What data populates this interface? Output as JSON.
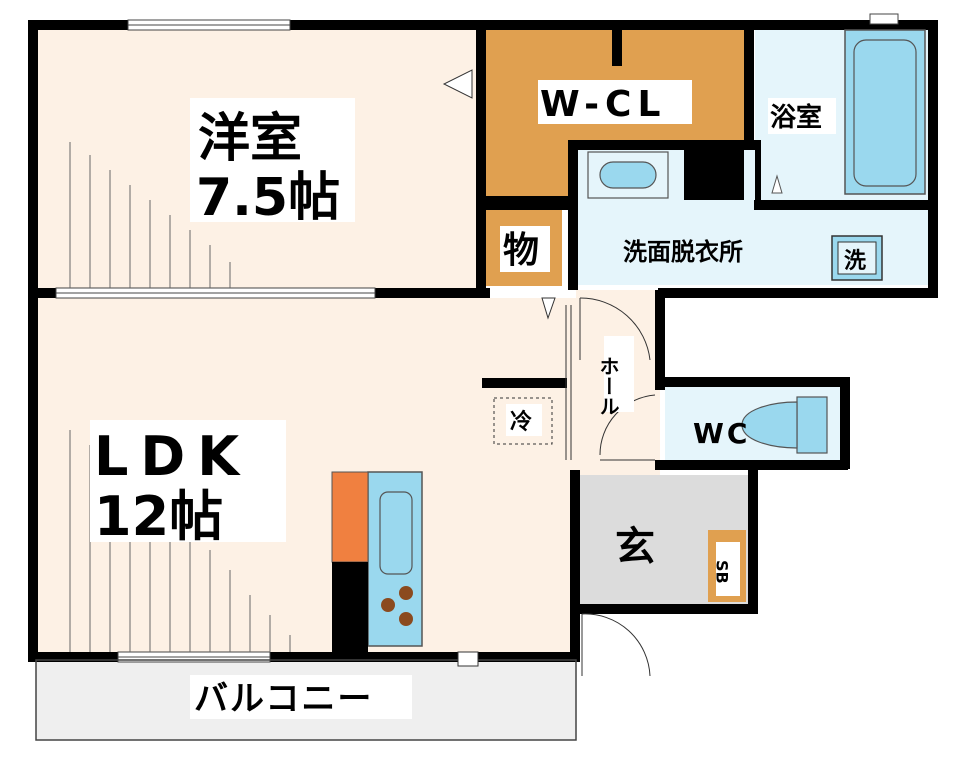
{
  "rooms": {
    "western": {
      "name": "洋室",
      "size": "7.5帖"
    },
    "wcl": {
      "name": "W-CL"
    },
    "storage": {
      "name": "物"
    },
    "bath": {
      "name": "浴室"
    },
    "washroom": {
      "name": "洗面脱衣所",
      "washer_mark": "洗"
    },
    "hall": {
      "name": "ホール"
    },
    "fridge": {
      "name": "冷"
    },
    "wc": {
      "name": "WC"
    },
    "ldk": {
      "name": "LDK",
      "size": "12帖"
    },
    "entrance": {
      "name": "玄"
    },
    "shoebox": {
      "name": "SB"
    },
    "balcony": {
      "name": "バルコニー"
    }
  },
  "colors": {
    "floor": "#fdf1e5",
    "wcl": "#e0a050",
    "wet_area": "#e5f5fb",
    "fixture": "#9ad8ee",
    "entrance": "#dcdcdc",
    "balcony": "#efefef",
    "stove": "#f08040",
    "burner": "#8b4a1e"
  }
}
